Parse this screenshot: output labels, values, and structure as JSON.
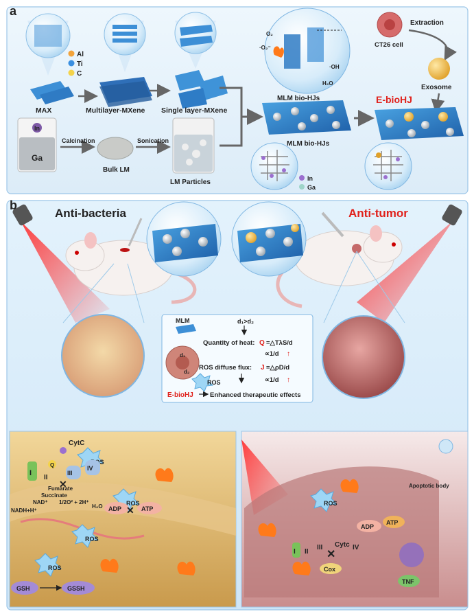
{
  "panel_a": {
    "tag": "a",
    "max_label": "MAX",
    "multilayer_label": "Multilayer-MXene",
    "single_layer_label": "Single layer-MXene",
    "legend": [
      {
        "symbol": "Al",
        "color": "#f2a33a"
      },
      {
        "symbol": "Ti",
        "color": "#3a8fe0"
      },
      {
        "symbol": "C",
        "color": "#f4d34a"
      }
    ],
    "ga_label": "Ga",
    "in_label": "In",
    "calcination_label": "Calcination",
    "sonication_label": "Sonication",
    "bulk_lm_label": "Bulk LM",
    "lm_particles_label": "LM Particles",
    "mlm_biohj_circle_label": "MLM bio-HJs",
    "mlm_biohjs_label": "MLM bio-HJs",
    "ct26_label": "CT26 cell",
    "extraction_label": "Extraction",
    "exosome_label": "Exosome",
    "ebiohj_label": "E-bioHJ",
    "in_legend": "In",
    "ga_legend": "Ga",
    "mech_o2": "O₂",
    "mech_o2rad": "·O₂⁻",
    "mech_oh": "·OH",
    "mech_h2o": "H₂O"
  },
  "panel_b": {
    "tag": "b",
    "anti_bacteria": "Anti-bacteria",
    "anti_tumor": "Anti-tumor",
    "center_box": {
      "mlm": "MLM",
      "d_relation": "d₁>d₂",
      "heat_text": "Quantity of heat:",
      "heat_formula_q": "Q",
      "heat_formula_rest": "=△TλS/d",
      "prop1": "∝1/d",
      "ros_flux_text": "ROS diffuse flux:",
      "flux_j": "J",
      "flux_rest": "=△ρD/d",
      "prop2": "∝1/d",
      "d1": "d₁",
      "d2": "d₂",
      "ros": "ROS",
      "ebiohj": "E-bioHJ",
      "enhanced": "Enhanced therapeutic effects"
    },
    "bacteria_box": {
      "cytc": "CytC",
      "ros": "ROS",
      "q": "Q",
      "complex_i": "I",
      "complex_ii": "II",
      "complex_iii": "III",
      "complex_iv": "IV",
      "fumarate": "Fumarate",
      "succinate": "Succinate",
      "nad": "NAD⁺",
      "nadh": "NADH+H⁺",
      "o2": "1/2O² + 2H⁺",
      "h2o": "H₂O",
      "adp": "ADP",
      "atp": "ATP",
      "gsh": "GSH",
      "gssh": "GSSH"
    },
    "tumor_box": {
      "ros": "ROS",
      "apoptotic": "Apoptotic body",
      "adp": "ADP",
      "atp": "ATP",
      "cytc": "Cytc",
      "complex_i": "I",
      "complex_ii": "II",
      "complex_iii": "III",
      "complex_iv": "IV",
      "cox": "Cox",
      "tnf": "TNF"
    }
  }
}
